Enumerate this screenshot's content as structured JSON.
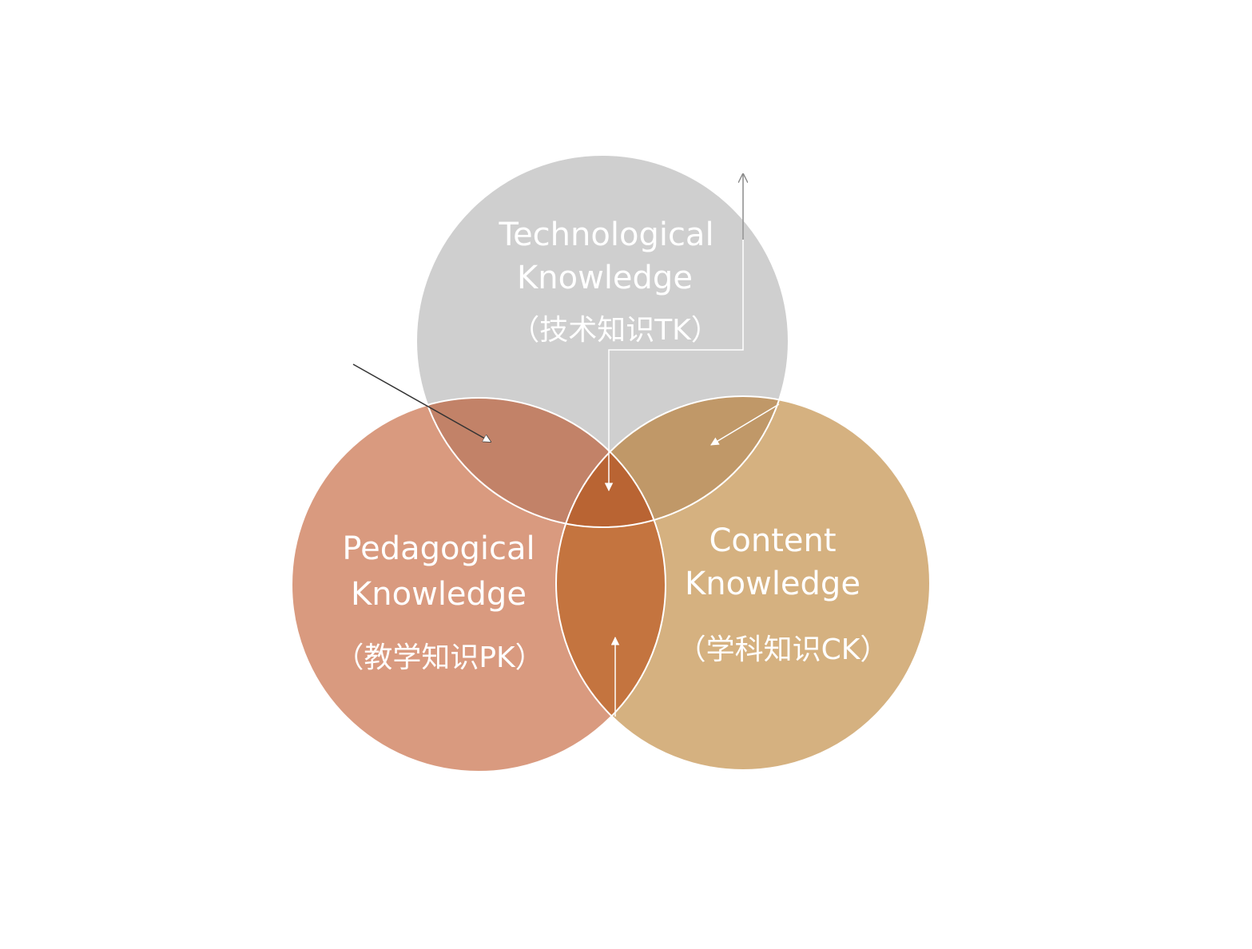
{
  "diagram": {
    "tk": {
      "line1": "Technological",
      "line2": "Knowledge",
      "line3": "（技术知识TK）",
      "color": "#cfcfcf"
    },
    "pk": {
      "line1": "Pedagogical",
      "line2": "Knowledge",
      "line3": "（教学知识PK）",
      "color": "#d99a7f"
    },
    "ck": {
      "line1": "Content",
      "line2": "Knowledge",
      "line3": "（学科知识CK）",
      "color": "#d5b180"
    },
    "overlaps": {
      "tpk_color": "#c28268",
      "tck_color": "#c09868",
      "pck_color": "#c4743f",
      "center_color": "#b96433"
    },
    "arrow_color": "#ffffff",
    "external_arrow_color": "#8a8a8a"
  }
}
